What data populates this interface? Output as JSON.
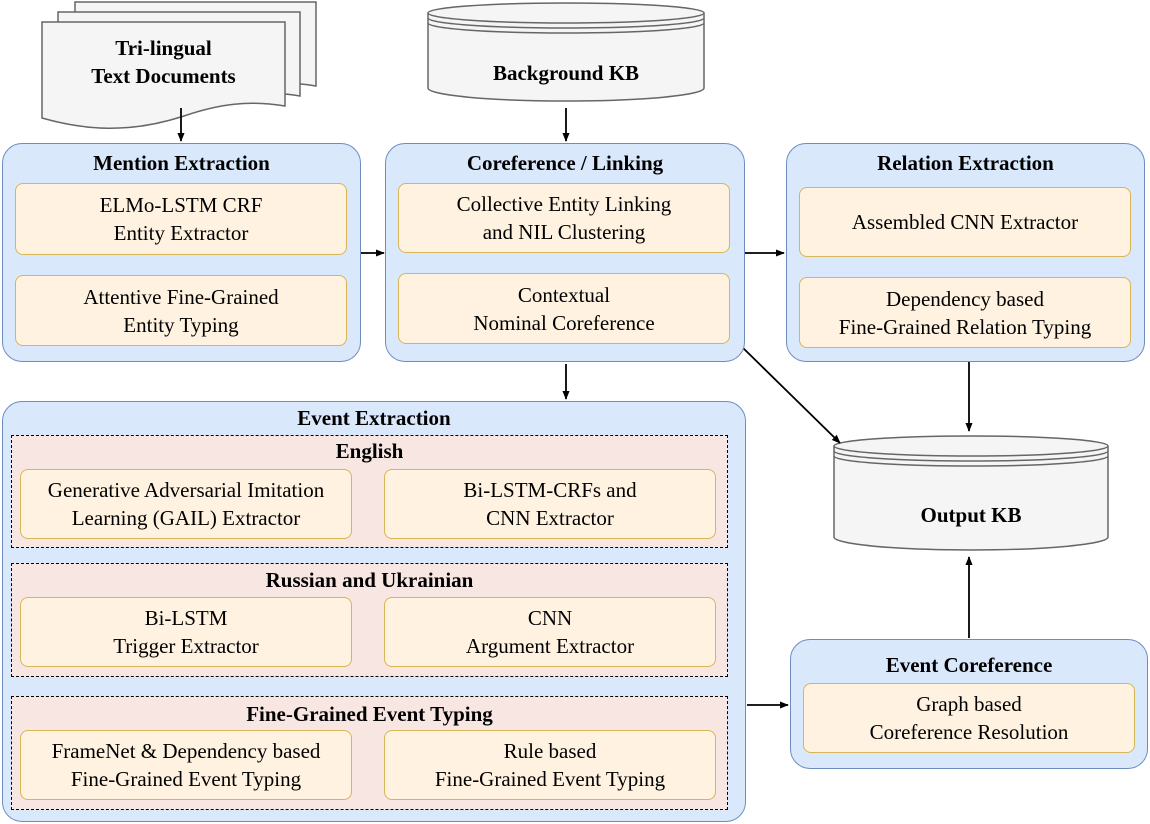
{
  "inputs": {
    "documents": [
      "Tri-lingual",
      "Text Documents"
    ],
    "background_kb": "Background KB"
  },
  "output_kb": "Output KB",
  "mention_extraction": {
    "title": "Mention Extraction",
    "entity_extractor": [
      "ELMo-LSTM CRF",
      "Entity Extractor"
    ],
    "entity_typing": [
      "Attentive Fine-Grained",
      "Entity Typing"
    ]
  },
  "coreference_linking": {
    "title": "Coreference / Linking",
    "entity_linking": [
      "Collective Entity Linking",
      "and NIL Clustering"
    ],
    "nominal_coreference": [
      "Contextual",
      "Nominal Coreference"
    ]
  },
  "relation_extraction": {
    "title": "Relation Extraction",
    "cnn_extractor": "Assembled CNN Extractor",
    "relation_typing": [
      "Dependency based",
      "Fine-Grained Relation Typing"
    ]
  },
  "event_extraction": {
    "title": "Event Extraction",
    "english": {
      "title": "English",
      "gail": [
        "Generative Adversarial Imitation",
        "Learning (GAIL) Extractor"
      ],
      "bilstm_crf": [
        "Bi-LSTM-CRFs and",
        "CNN Extractor"
      ]
    },
    "russian_ukrainian": {
      "title": "Russian and Ukrainian",
      "trigger": [
        "Bi-LSTM",
        "Trigger Extractor"
      ],
      "argument": [
        "CNN",
        "Argument Extractor"
      ]
    },
    "event_typing": {
      "title": "Fine-Grained Event Typing",
      "framenet": [
        "FrameNet & Dependency based",
        "Fine-Grained Event Typing"
      ],
      "rule": [
        "Rule based",
        "Fine-Grained Event Typing"
      ]
    }
  },
  "event_coreference": {
    "title": "Event Coreference",
    "graph": [
      "Graph based",
      "Coreference Resolution"
    ]
  }
}
